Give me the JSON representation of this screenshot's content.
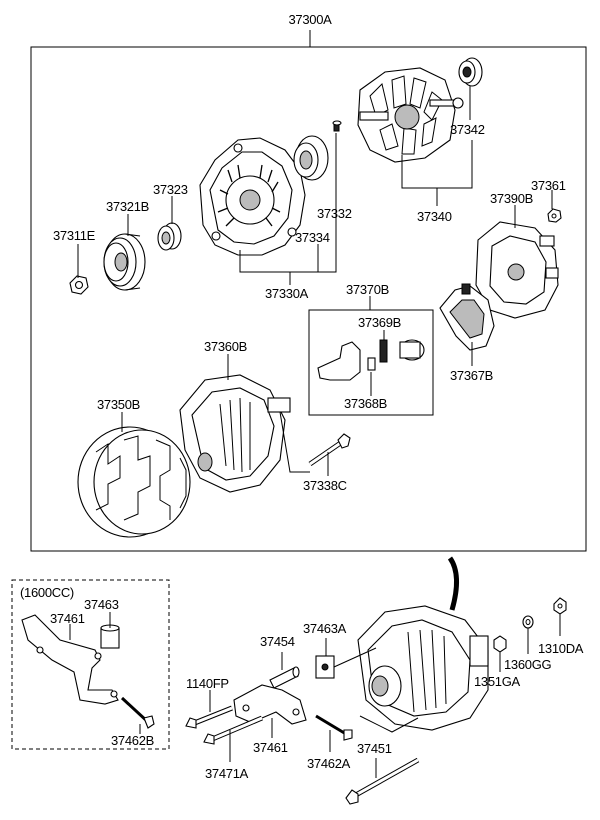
{
  "assembly": {
    "main_label": "37300A",
    "option_label": "(1600CC)"
  },
  "labels": {
    "p37311E": "37311E",
    "p37321B": "37321B",
    "p37323": "37323",
    "p37330A": "37330A",
    "p37332": "37332",
    "p37334": "37334",
    "p37340": "37340",
    "p37342": "37342",
    "p37361": "37361",
    "p37390B": "37390B",
    "p37370B": "37370B",
    "p37369B": "37369B",
    "p37368B": "37368B",
    "p37367B": "37367B",
    "p37360B": "37360B",
    "p37350B": "37350B",
    "p37338C": "37338C",
    "p37463": "37463",
    "p37461_opt": "37461",
    "p37462B": "37462B",
    "p37454": "37454",
    "p37463A": "37463A",
    "p1140FP": "1140FP",
    "p37461": "37461",
    "p37462A": "37462A",
    "p37471A": "37471A",
    "p37451": "37451",
    "p1351GA": "1351GA",
    "p1360GG": "1360GG",
    "p1310DA": "1310DA"
  }
}
